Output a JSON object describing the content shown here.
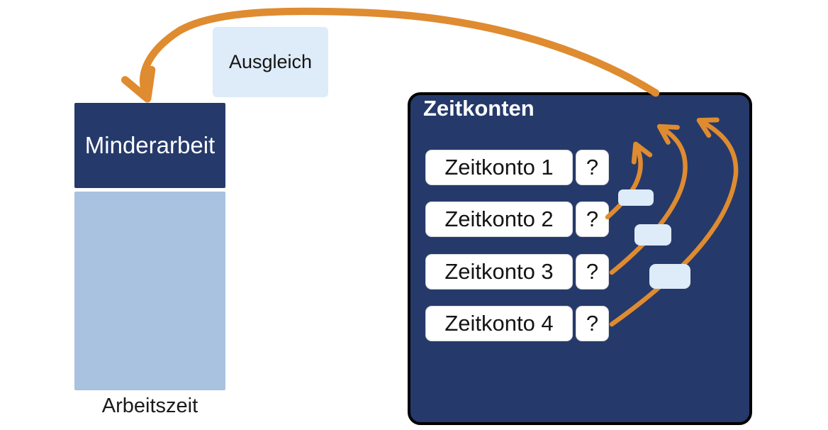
{
  "left_stack": {
    "top_segment_label": "Minderarbeit",
    "caption": "Arbeitszeit"
  },
  "transfer_box_label": "Ausgleich",
  "accounts_panel": {
    "title": "Zeitkonten",
    "rows": [
      {
        "label": "Zeitkonto 1",
        "value": "?"
      },
      {
        "label": "Zeitkonto 2",
        "value": "?"
      },
      {
        "label": "Zeitkonto 3",
        "value": "?"
      },
      {
        "label": "Zeitkonto 4",
        "value": "?"
      }
    ]
  },
  "colors": {
    "dark_blue": "#253A6B",
    "medium_blue": "#A8C2DF",
    "pale_blue": "#DEEBF8",
    "orange": "#DF8B30",
    "panel_border": "#000000",
    "box_white": "#FFFFFF"
  }
}
